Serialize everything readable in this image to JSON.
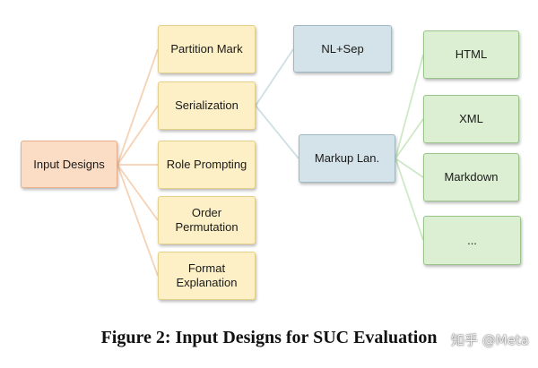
{
  "diagram": {
    "root": {
      "label": "Input Designs"
    },
    "designs": [
      {
        "label": "Partition Mark"
      },
      {
        "label": "Serialization"
      },
      {
        "label": "Role Prompting"
      },
      {
        "label": "Order Permutation"
      },
      {
        "label": "Format Explanation"
      }
    ],
    "serialization_types": [
      {
        "label": "NL+Sep"
      },
      {
        "label": "Markup Lan."
      }
    ],
    "markup_languages": [
      {
        "label": "HTML"
      },
      {
        "label": "XML"
      },
      {
        "label": "Markdown"
      },
      {
        "label": "..."
      }
    ]
  },
  "caption": "Figure 2: Input Designs for SUC Evaluation",
  "watermark": "知乎 @Meta",
  "colors": {
    "root_fill": "#fbdcc4",
    "design_fill": "#fdf0c6",
    "serialization_fill": "#d4e3e9",
    "markup_fill": "#dcefd3",
    "root_connector": "#f6d2b5",
    "serialization_connector": "#cfe0e4",
    "markup_connector": "#cfe8c6"
  }
}
